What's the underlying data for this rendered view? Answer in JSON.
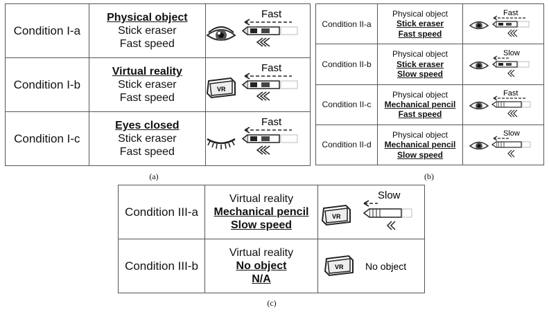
{
  "panel_a": {
    "caption": "(a)",
    "rows": [
      {
        "condition": "Condition I-a",
        "lines": [
          "Physical object",
          "Stick eraser",
          "Fast speed"
        ],
        "speed_label": "Fast"
      },
      {
        "condition": "Condition I-b",
        "lines": [
          "Virtual reality",
          "Stick eraser",
          "Fast speed"
        ],
        "speed_label": "Fast"
      },
      {
        "condition": "Condition I-c",
        "lines": [
          "Eyes closed",
          "Stick eraser",
          "Fast speed"
        ],
        "speed_label": "Fast"
      }
    ]
  },
  "panel_b": {
    "caption": "(b)",
    "rows": [
      {
        "condition": "Condition II-a",
        "lines": [
          "Physical object",
          "Stick eraser",
          "Fast speed"
        ],
        "speed_label": "Fast"
      },
      {
        "condition": "Condition II-b",
        "lines": [
          "Physical object",
          "Stick eraser",
          "Slow speed"
        ],
        "speed_label": "Slow"
      },
      {
        "condition": "Condition II-c",
        "lines": [
          "Physical object",
          "Mechanical pencil",
          "Fast speed"
        ],
        "speed_label": "Fast"
      },
      {
        "condition": "Condition II-d",
        "lines": [
          "Physical object",
          "Mechanical pencil",
          "Slow speed"
        ],
        "speed_label": "Slow"
      }
    ]
  },
  "panel_c": {
    "caption": "(c)",
    "rows": [
      {
        "condition": "Condition  III-a",
        "lines": [
          "Virtual reality",
          "Mechanical pencil",
          "Slow speed"
        ],
        "speed_label": "Slow"
      },
      {
        "condition": "Condition  III-b",
        "lines": [
          "Virtual reality",
          "No object",
          "N/A"
        ],
        "icon_text": "No object"
      }
    ]
  },
  "icons": {
    "vr_headset_text": "VR"
  }
}
